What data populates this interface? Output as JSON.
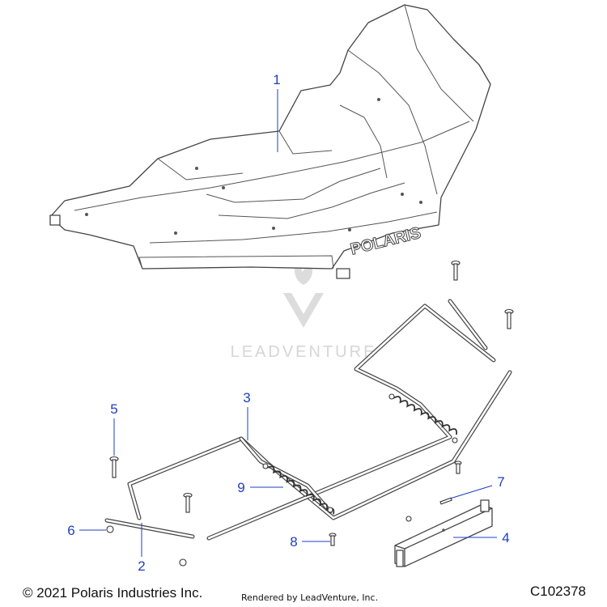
{
  "diagram": {
    "callouts": [
      {
        "number": "1"
      },
      {
        "number": "2"
      },
      {
        "number": "3"
      },
      {
        "number": "4"
      },
      {
        "number": "5"
      },
      {
        "number": "6"
      },
      {
        "number": "7"
      },
      {
        "number": "8"
      },
      {
        "number": "9"
      }
    ],
    "embossed_logo": "POLARIS",
    "watermark": "LEADVENTURE",
    "colors": {
      "callout": "#1f3fbf",
      "line": "#444444",
      "watermark": "#d6d6d6"
    }
  },
  "footer": {
    "copyright": "© 2021 Polaris Industries Inc.",
    "rendered_by": "Rendered by LeadVenture, Inc.",
    "figure_id": "C102378"
  }
}
